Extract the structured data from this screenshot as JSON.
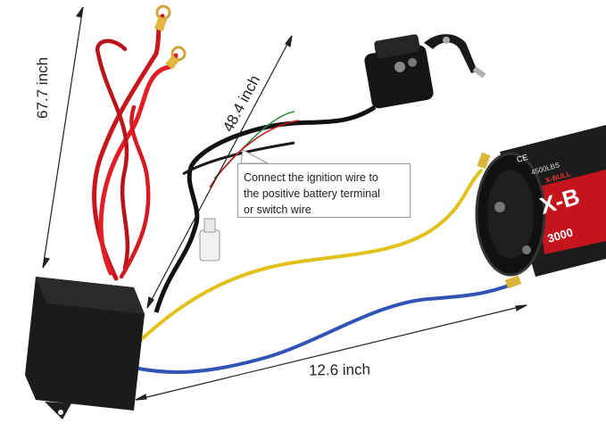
{
  "dimensions": {
    "cable_a": "67.7 inch",
    "cable_b": "48.4 inch",
    "cable_c": "12.6 inch"
  },
  "callout": {
    "lines": [
      "Connect the ignition wire to",
      "the positive battery terminal",
      "or switch wire"
    ]
  },
  "winch": {
    "brand": "X-BULL",
    "brand_visible": "X-B",
    "capacity_partial": "3000",
    "small_label": "4500LBS",
    "ce_mark": "CE"
  },
  "colors": {
    "red_wire": "#d81e24",
    "yellow_wire": "#e8c81c",
    "blue_wire": "#2a4fb0",
    "black_housing": "#1d1d1d",
    "winch_red": "#c4141c"
  }
}
